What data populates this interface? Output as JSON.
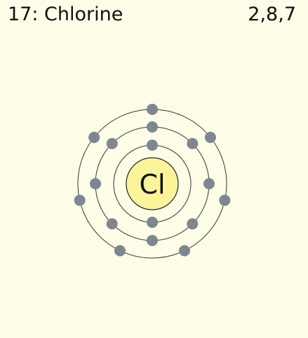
{
  "header": {
    "element": "17: Chlorine",
    "configuration": "2,8,7"
  },
  "atom": {
    "symbol": "Cl",
    "shells": [
      2,
      8,
      7
    ]
  },
  "colors": {
    "background": "#fefde8",
    "nucleus_fill": "#fbf49a",
    "nucleus_stroke": "#222222",
    "orbit_stroke": "#333333",
    "electron": "#7d878f"
  }
}
